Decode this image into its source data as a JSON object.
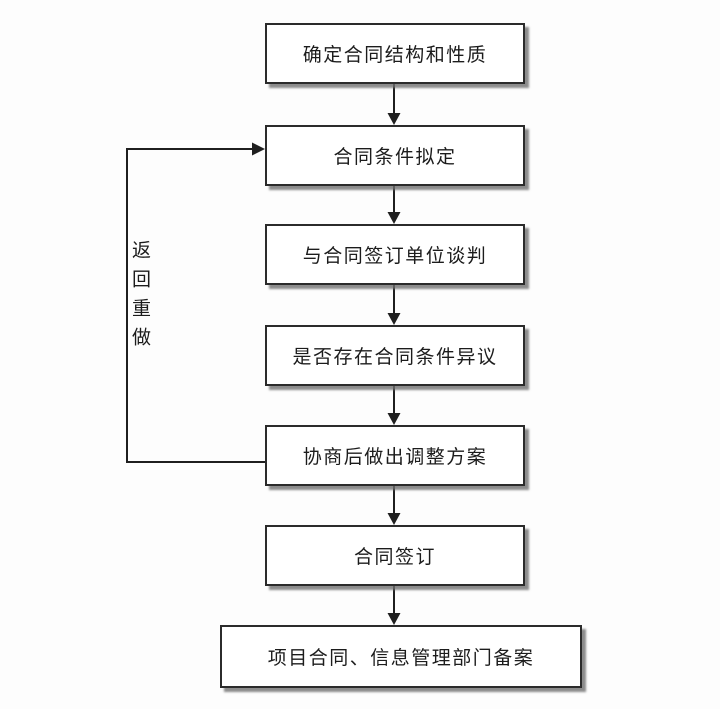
{
  "diagram": {
    "type": "flowchart",
    "nodes": [
      {
        "id": "n1",
        "label": "确定合同结构和性质"
      },
      {
        "id": "n2",
        "label": "合同条件拟定"
      },
      {
        "id": "n3",
        "label": "与合同签订单位谈判"
      },
      {
        "id": "n4",
        "label": "是否存在合同条件异议"
      },
      {
        "id": "n5",
        "label": "协商后做出调整方案"
      },
      {
        "id": "n6",
        "label": "合同签订"
      },
      {
        "id": "n7",
        "label": "项目合同、信息管理部门备案"
      }
    ],
    "edges": [
      {
        "from": "n1",
        "to": "n2"
      },
      {
        "from": "n2",
        "to": "n3"
      },
      {
        "from": "n3",
        "to": "n4"
      },
      {
        "from": "n4",
        "to": "n5"
      },
      {
        "from": "n5",
        "to": "n6"
      },
      {
        "from": "n6",
        "to": "n7"
      },
      {
        "from": "n5",
        "to": "n2",
        "label": "返回重做",
        "kind": "feedback-loop"
      }
    ],
    "loop": {
      "label": "返回重做"
    },
    "colors": {
      "background": "#fdfdfd",
      "box_fill": "#ffffff",
      "box_border": "#2b2b2b",
      "shadow": "#6e6e6e",
      "line": "#1f1f1f",
      "text": "#1c1c1c"
    }
  }
}
